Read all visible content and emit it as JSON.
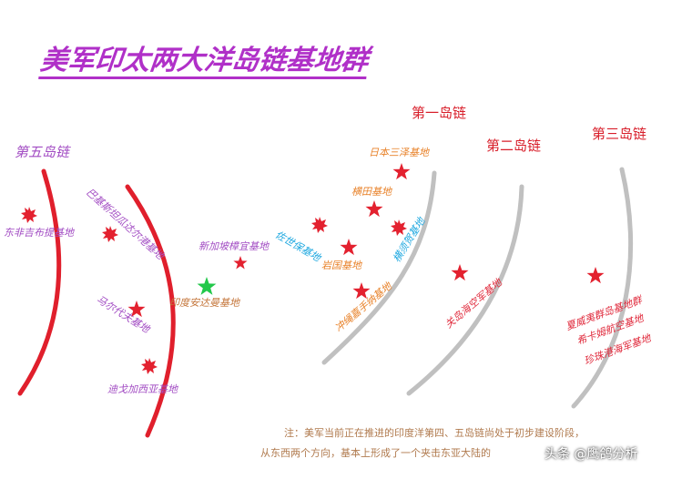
{
  "title": "美军印太两大洋岛链基地群",
  "chains": {
    "first": "第一岛链",
    "second": "第二岛链",
    "third": "第三岛链",
    "fifth": "第五岛链"
  },
  "bases": {
    "djibouti": "东非吉布提基地",
    "bahrain": "巴基斯坦瓜达尔港基地",
    "maldives": "马尔代夫基地",
    "diego_garcia": "迪戈加西亚基地",
    "andaman": "印度安达曼基地",
    "singapore": "新加坡樟宜基地",
    "misawa": "日本三泽基地",
    "yokota": "横田基地",
    "sasebo": "佐世保基地",
    "yokosuka": "横须贺基地",
    "iwakuni": "岩国基地",
    "okinawa": "冲绳嘉手纳基地",
    "guam": "关岛海空军基地",
    "hawaii_group": "夏威夷群岛基地群",
    "hickam": "希卡姆航空基地",
    "pearl_harbor": "珍珠港海军基地"
  },
  "note": {
    "line1": "注：美军当前正在推进的印度洋第四、五岛链尚处于初步建设阶段，",
    "line2": "从东西两个方向，基本上形成了一个夹击东亚大陆的"
  },
  "watermark": "头条 @鹰鸽分析",
  "colors": {
    "title": "#b030c8",
    "red_chain": "#e01f2c",
    "grey_chain": "#c0c0c0",
    "star_red": "#e3212f",
    "star_green": "#22c84a"
  }
}
